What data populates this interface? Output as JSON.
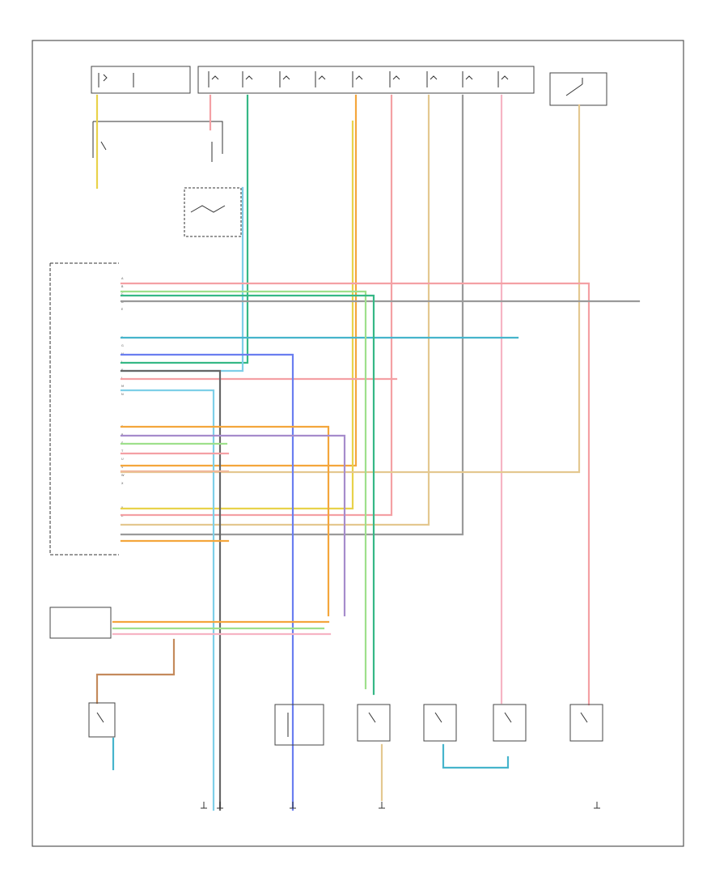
{
  "diagram": {
    "footer_code": "",
    "connector_labels": {
      "ic_pins": [
        "A",
        "B",
        "C",
        "D",
        "E",
        "F",
        "G",
        "H",
        "J",
        "K",
        "L",
        "M",
        "N",
        "P",
        "R",
        "S",
        "T",
        "U",
        "V",
        "W",
        "X",
        "Y",
        "Z"
      ]
    },
    "wire_colors": {
      "red": "#f4a0a4",
      "pink": "#f6b4c4",
      "orange": "#f4a63c",
      "yellow": "#e8d24a",
      "tan": "#e4c890",
      "green": "#36b886",
      "lightgreen": "#9ee08c",
      "blue": "#6a7ef0",
      "lightblue": "#7ecfe8",
      "cyan": "#46b4cc",
      "gray": "#9a9a9a",
      "darkgray": "#666666",
      "brown": "#c48a5c",
      "violet": "#a68ccc",
      "salmon": "#f0b89a"
    }
  }
}
